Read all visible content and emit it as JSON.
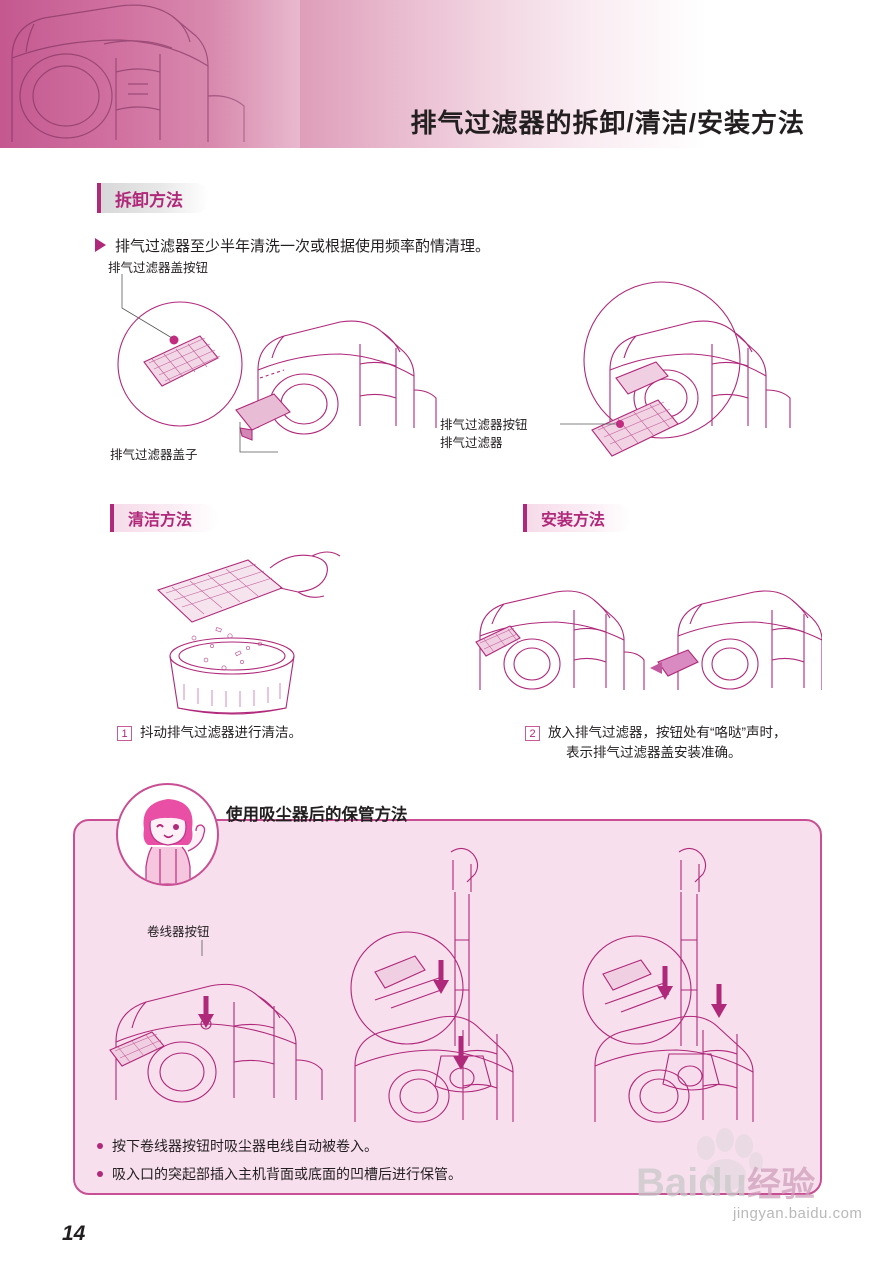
{
  "header": {
    "title": "排气过滤器的拆卸/清洁/安装方法",
    "photo_alt": "vacuum-cleaner-photo"
  },
  "sections": {
    "removal_tab": "拆卸方法",
    "clean_tab": "清洁方法",
    "install_tab": "安装方法"
  },
  "intro": {
    "bullet": "排气过滤器至少半年清洗一次或根据使用频率酌情清理。"
  },
  "callouts": {
    "cover_button": "排气过滤器盖按钮",
    "cover_lid": "排气过滤器盖子",
    "filter_button": "排气过滤器按钮",
    "filter": "排气过滤器",
    "cord_button": "卷线器按钮"
  },
  "steps": [
    {
      "num": "1",
      "text": "抖动排气过滤器进行清洁。"
    },
    {
      "num": "2",
      "text_line1": "放入排气过滤器，按钮处有“咯哒”声时，",
      "text_line2": "表示排气过滤器盖安装准确。"
    }
  ],
  "panel": {
    "title": "使用吸尘器后的保管方法",
    "bullets": [
      "按下卷线器按钮时吸尘器电线自动被卷入。",
      "吸入口的突起部插入主机背面或底面的凹槽后进行保管。"
    ]
  },
  "page_number": "14",
  "watermark": {
    "brand": "Baidu",
    "brand_cn": "经验",
    "url": "jingyan.baidu.com"
  },
  "colors": {
    "accent": "#b0287a",
    "panel_bg": "#f7dfed",
    "panel_border": "#c94f94",
    "header_pink": "#c4588f"
  }
}
